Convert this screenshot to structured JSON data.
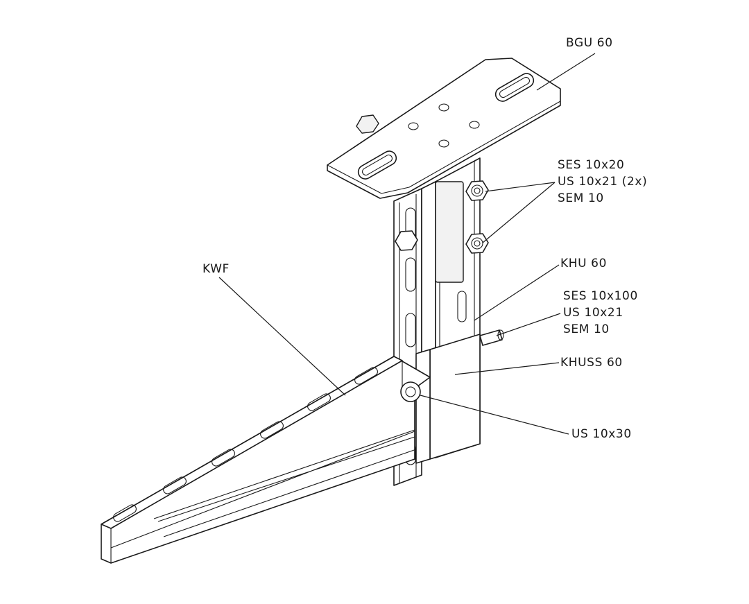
{
  "labels": {
    "bgu": "BGU 60",
    "ses_upper": [
      "SES 10x20",
      "US 10x21 (2x)",
      "SEM 10"
    ],
    "kwf": "KWF",
    "khu": "KHU 60",
    "ses_lower": [
      "SES 10x100",
      "US 10x21",
      "SEM 10"
    ],
    "khuss": "KHUSS 60",
    "us_bottom": "US 10x30"
  }
}
